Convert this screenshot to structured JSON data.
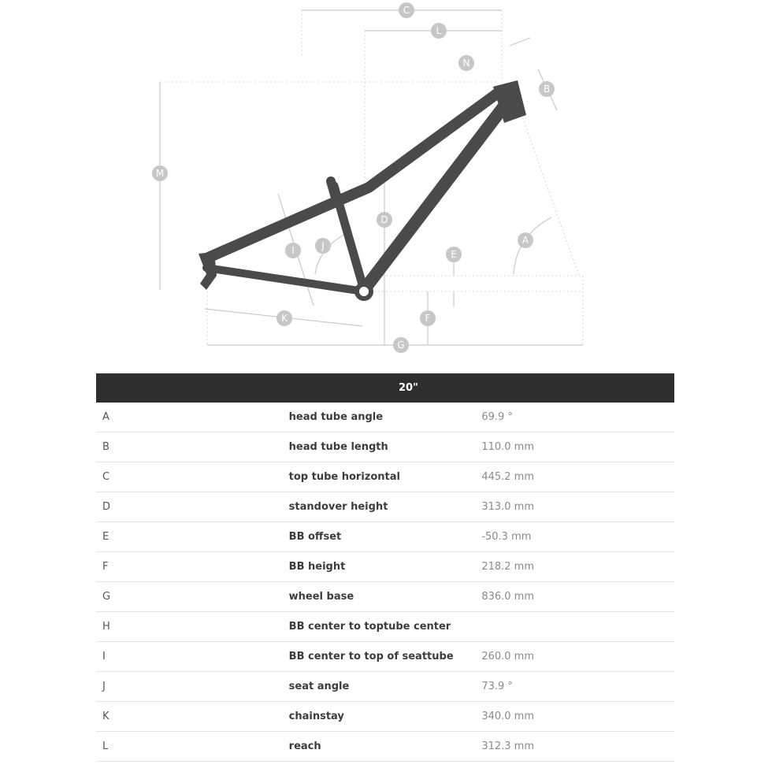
{
  "diagram": {
    "badges": [
      "C",
      "L",
      "N",
      "B",
      "M",
      "D",
      "A",
      "E",
      "I",
      "J",
      "K",
      "F",
      "G"
    ]
  },
  "table": {
    "size_header": "20\"",
    "rows": [
      {
        "key": "A",
        "label": "head tube angle",
        "value": "69.9 °"
      },
      {
        "key": "B",
        "label": "head tube length",
        "value": "110.0 mm"
      },
      {
        "key": "C",
        "label": "top tube horizontal",
        "value": "445.2 mm"
      },
      {
        "key": "D",
        "label": "standover height",
        "value": "313.0 mm"
      },
      {
        "key": "E",
        "label": "BB offset",
        "value": "-50.3 mm"
      },
      {
        "key": "F",
        "label": "BB height",
        "value": "218.2 mm"
      },
      {
        "key": "G",
        "label": "wheel base",
        "value": "836.0 mm"
      },
      {
        "key": "H",
        "label": "BB center to toptube center",
        "value": ""
      },
      {
        "key": "I",
        "label": "BB center to top of seattube",
        "value": "260.0 mm"
      },
      {
        "key": "J",
        "label": "seat angle",
        "value": "73.9 °"
      },
      {
        "key": "K",
        "label": "chainstay",
        "value": "340.0 mm"
      },
      {
        "key": "L",
        "label": "reach",
        "value": "312.3 mm"
      }
    ]
  }
}
